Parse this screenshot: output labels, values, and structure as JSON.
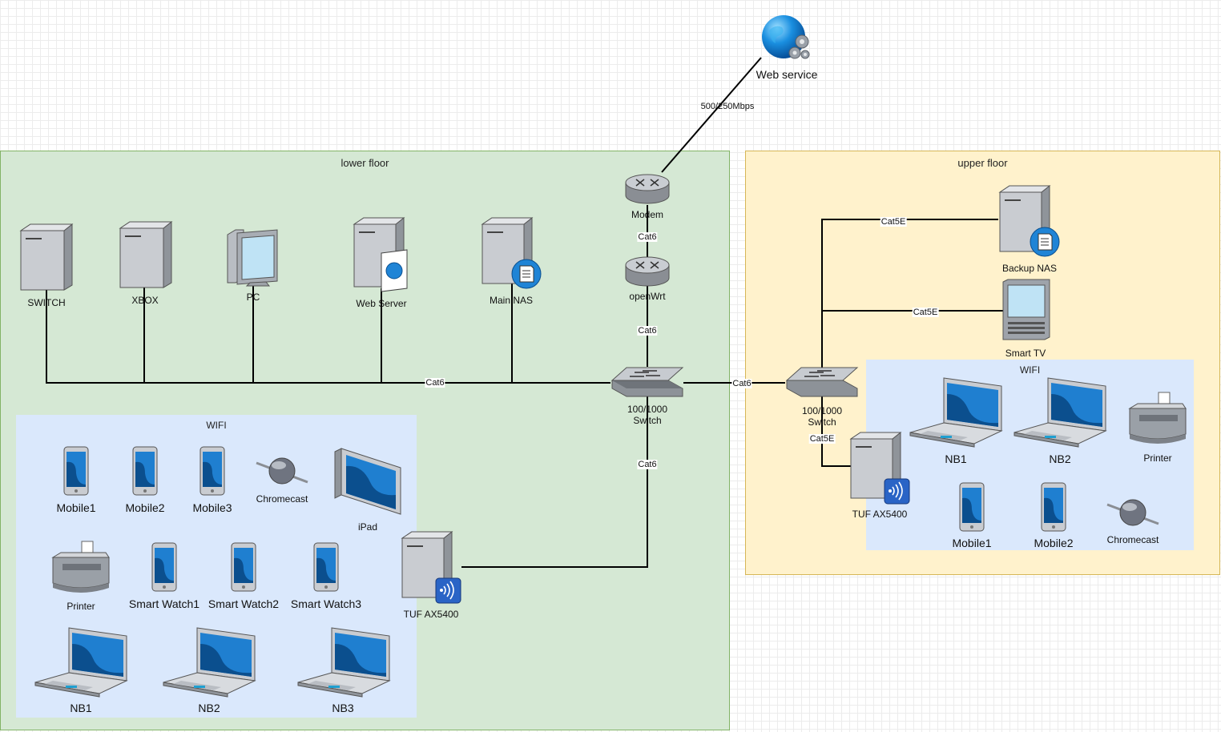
{
  "zones": {
    "lower_floor": "lower floor",
    "upper_floor": "upper floor",
    "lower_wifi": "WIFI",
    "upper_wifi": "WIFI"
  },
  "nodes": {
    "web_service": "Web service",
    "modem": "Modem",
    "openwrt": "openWrt",
    "lower_switch": "100/1000\nSwitch",
    "upper_switch": "100/1000\nSwitch",
    "switch_console": "SWITCH",
    "xbox": "XBOX",
    "pc": "PC",
    "web_server": "Web Server",
    "main_nas": "Main NAS",
    "backup_nas": "Backup NAS",
    "smart_tv": "Smart TV",
    "lower_router": "TUF AX5400",
    "upper_router": "TUF AX5400",
    "lower_mobile1": "Mobile1",
    "lower_mobile2": "Mobile2",
    "lower_mobile3": "Mobile3",
    "lower_chromecast": "Chromecast",
    "ipad": "iPad",
    "lower_printer": "Printer",
    "watch1": "Smart Watch1",
    "watch2": "Smart Watch2",
    "watch3": "Smart Watch3",
    "lower_nb1": "NB1",
    "lower_nb2": "NB2",
    "lower_nb3": "NB3",
    "upper_nb1": "NB1",
    "upper_nb2": "NB2",
    "upper_printer": "Printer",
    "upper_mobile1": "Mobile1",
    "upper_mobile2": "Mobile2",
    "upper_chromecast": "Chromecast"
  },
  "links": {
    "internet": "500/250Mbps",
    "modem_openwrt": "Cat6",
    "openwrt_switch": "Cat6",
    "lower_bus": "Cat6",
    "switch_switch": "Cat6",
    "switch_router": "Cat6",
    "backup_nas": "Cat5E",
    "smart_tv": "Cat5E",
    "upper_router": "Cat5E"
  }
}
